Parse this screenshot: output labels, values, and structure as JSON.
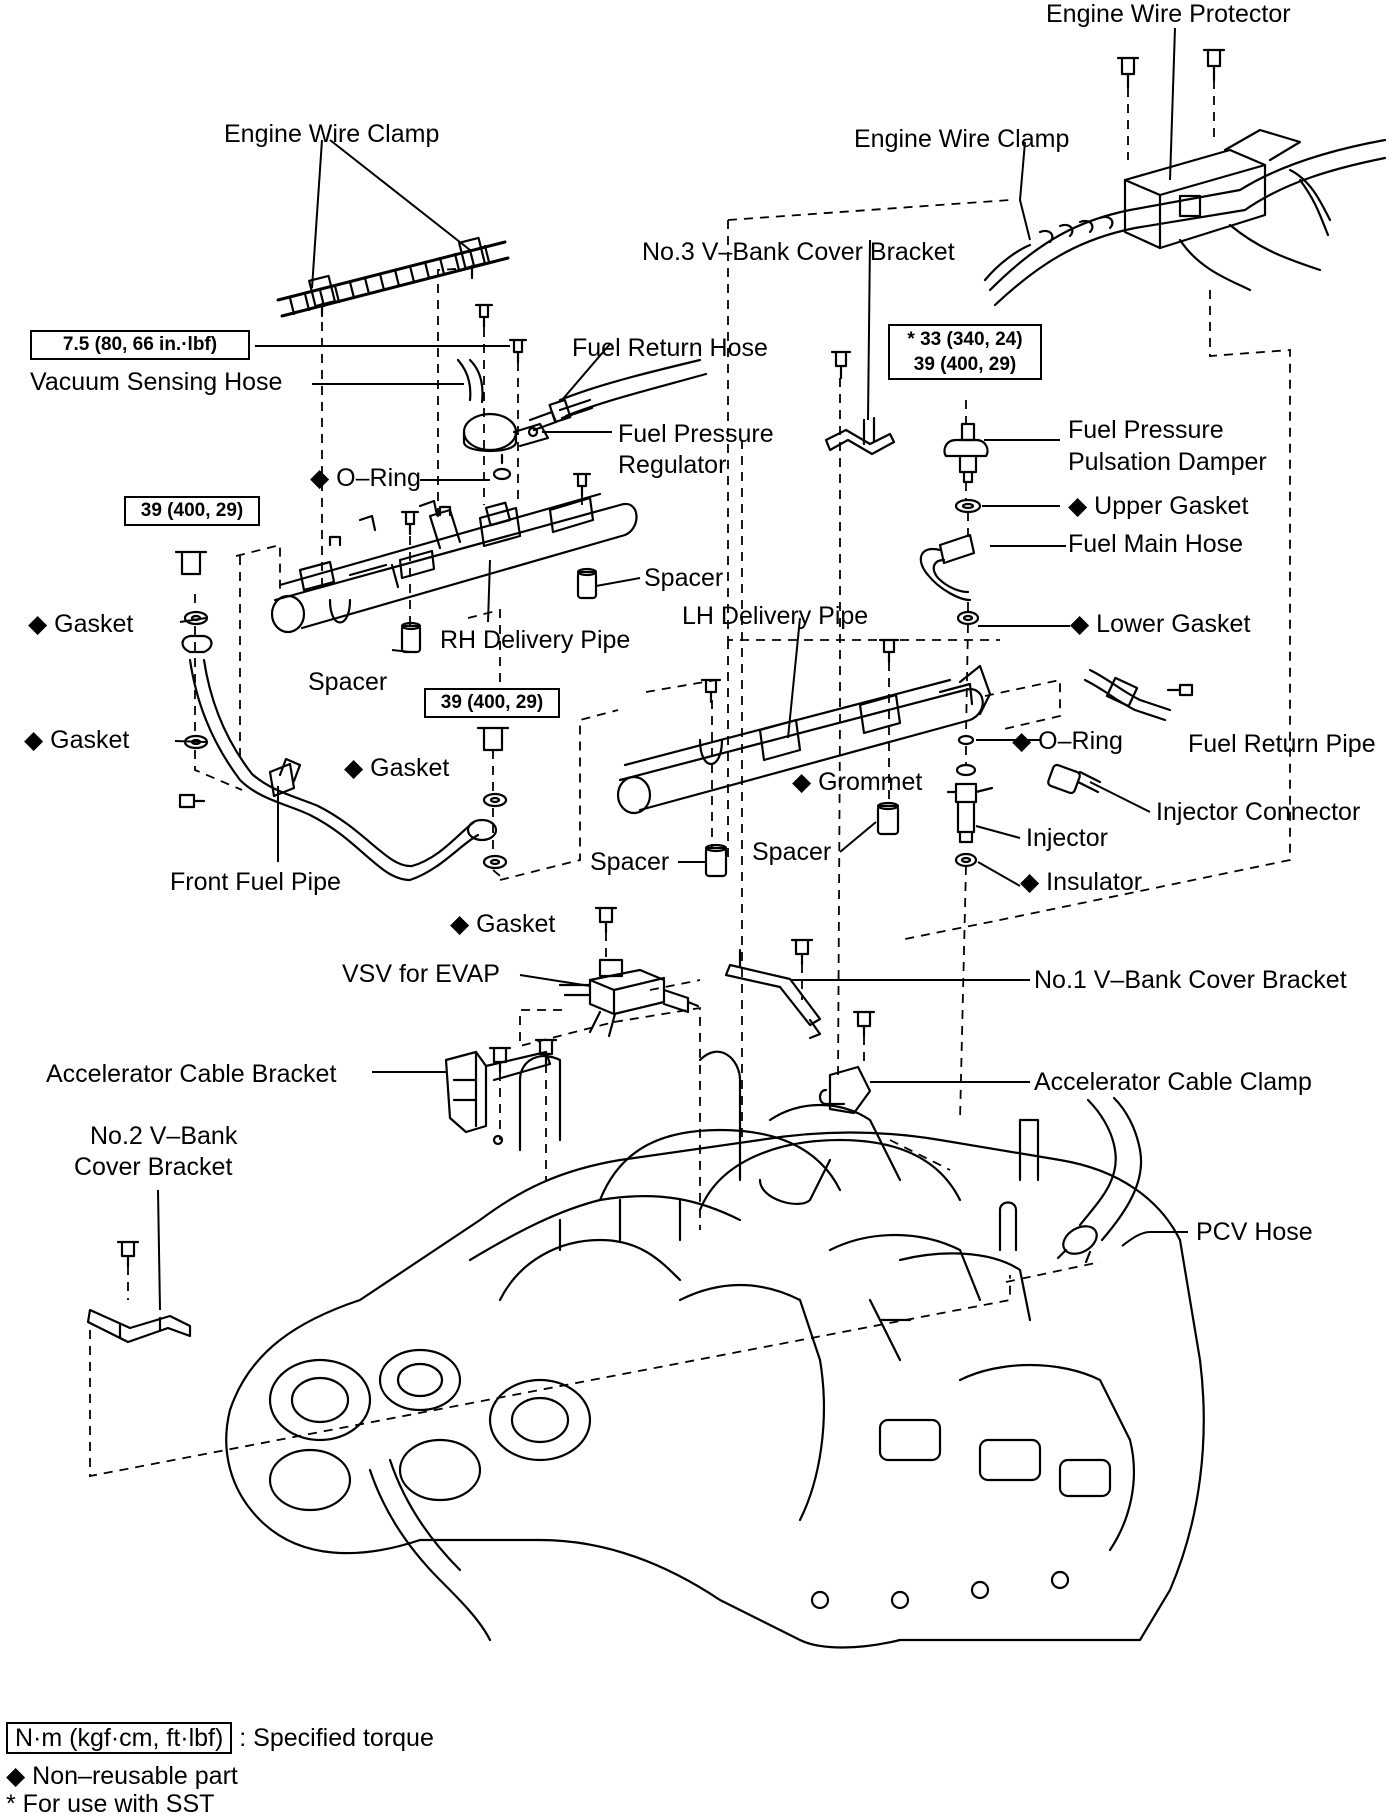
{
  "labels": {
    "engine_wire_protector": "Engine Wire Protector",
    "engine_wire_clamp_left": "Engine Wire Clamp",
    "engine_wire_clamp_right": "Engine Wire Clamp",
    "no3_vbank_cover_bracket": "No.3 V–Bank Cover Bracket",
    "fuel_return_hose": "Fuel Return Hose",
    "vacuum_sensing_hose": "Vacuum Sensing Hose",
    "fuel_pressure_regulator_1": "Fuel Pressure",
    "fuel_pressure_regulator_2": "Regulator",
    "o_ring_upper": "◆ O–Ring",
    "fuel_pressure_pulsation_damper_1": "Fuel Pressure",
    "fuel_pressure_pulsation_damper_2": "Pulsation Damper",
    "upper_gasket": "◆ Upper Gasket",
    "fuel_main_hose": "Fuel Main Hose",
    "spacer_right_of_rh": "Spacer",
    "lh_delivery_pipe": "LH Delivery Pipe",
    "rh_delivery_pipe": "RH Delivery Pipe",
    "gasket_1": "◆ Gasket",
    "lower_gasket": "◆ Lower Gasket",
    "spacer_under_rh": "Spacer",
    "gasket_2": "◆ Gasket",
    "gasket_3": "◆ Gasket",
    "o_ring_lower": "◆ O–Ring",
    "fuel_return_pipe": "Fuel Return Pipe",
    "grommet": "◆ Grommet",
    "injector_connector": "Injector Connector",
    "injector": "Injector",
    "spacer_left_lh": "Spacer",
    "spacer_mid_lh": "Spacer",
    "insulator": "◆ Insulator",
    "front_fuel_pipe": "Front Fuel Pipe",
    "gasket_4": "◆ Gasket",
    "vsv_for_evap": "VSV for EVAP",
    "no1_vbank_cover_bracket": "No.1 V–Bank Cover Bracket",
    "accelerator_cable_bracket": "Accelerator Cable Bracket",
    "accelerator_cable_clamp": "Accelerator Cable Clamp",
    "no2_vbank_cover_bracket_1": "No.2 V–Bank",
    "no2_vbank_cover_bracket_2": "Cover Bracket",
    "pcv_hose": "PCV Hose"
  },
  "torques": {
    "regulator_bolt": "7.5 (80, 66 in.·lbf)",
    "front_pipe_bolt_left": "39 (400, 29)",
    "front_pipe_bolt_right": "39 (400, 29)",
    "damper_sst": "* 33 (340, 24)",
    "damper_std": "39 (400, 29)"
  },
  "legend": {
    "torque_unit": "N·m (kgf·cm, ft·lbf)",
    "torque_desc": ": Specified torque",
    "non_reusable": "◆ Non–reusable part",
    "sst": "* For use with SST"
  }
}
